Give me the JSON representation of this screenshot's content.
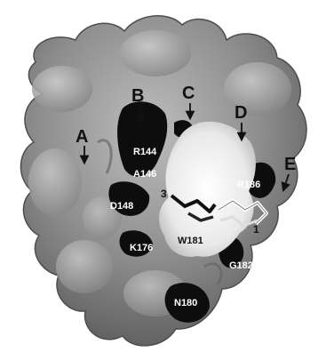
{
  "sites": [
    "A",
    "B",
    "C",
    "D",
    "E"
  ],
  "residues": [
    "R144",
    "A146",
    "D148",
    "K176",
    "W181",
    "G182",
    "N180",
    "R186"
  ],
  "markers": [
    "3",
    "1"
  ],
  "colors": {
    "background": "#ffffff",
    "surface_base": "#8e8e8e",
    "surface_light": "#c4c4c4",
    "surface_dark": "#4a4a4a",
    "pocket": "#0d0d0d",
    "groove": "#f2f2f2"
  }
}
